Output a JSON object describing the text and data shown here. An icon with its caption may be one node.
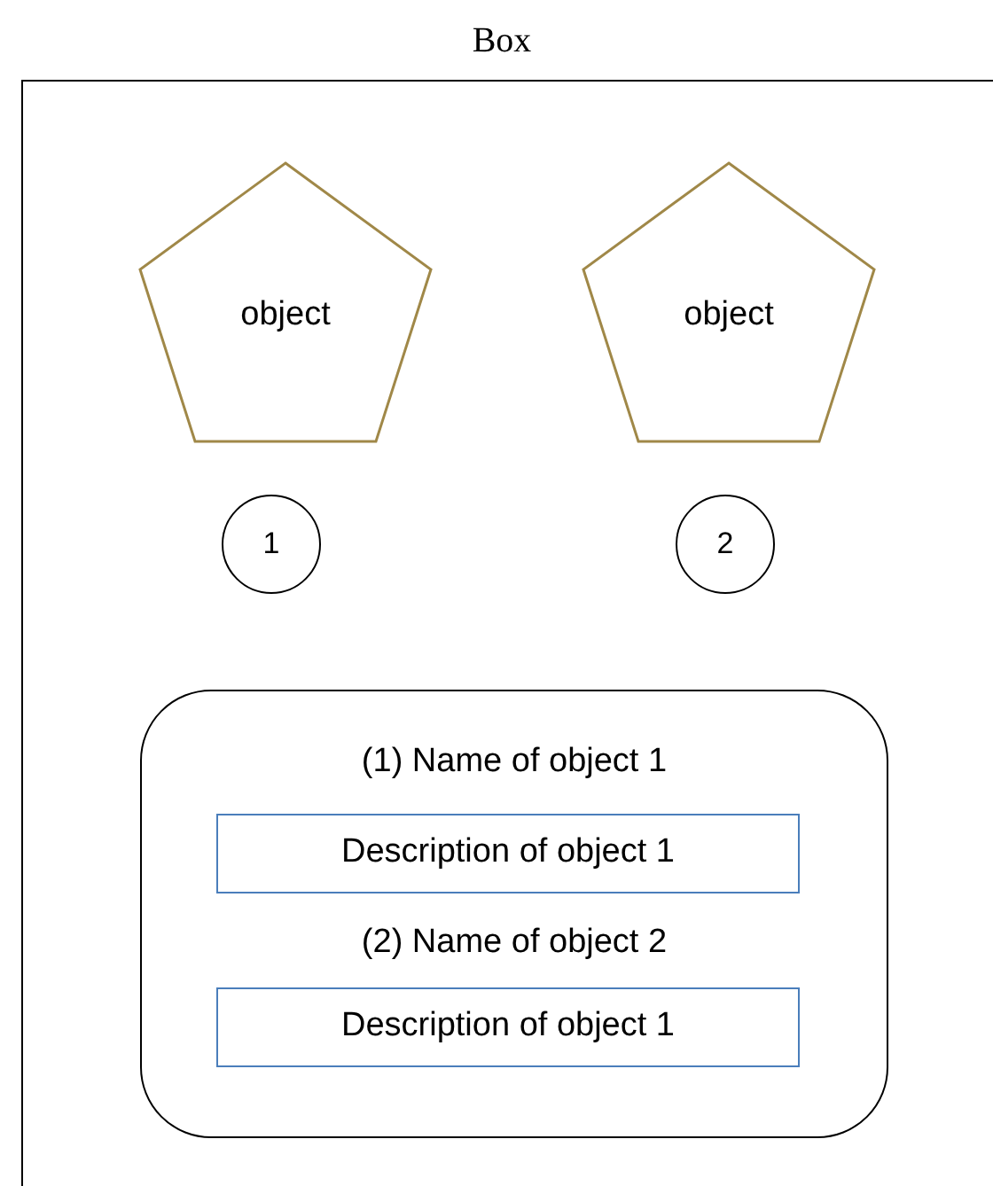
{
  "diagram": {
    "nodes": [
      {
        "text": [
          "Box"
        ]
      },
      {
        "text": [
          "object"
        ],
        "in": 0
      },
      {
        "text": [
          "object"
        ],
        "in": 0
      },
      {
        "text": [
          "1"
        ],
        "in": 0
      },
      {
        "text": [
          "2"
        ],
        "in": 0
      },
      {
        "text": [
          "(1) Name of object 1",
          "(2) Name of object 2"
        ],
        "in": 0
      },
      {
        "text": [
          "Description of object 1"
        ],
        "in": 5
      },
      {
        "text": [
          "Description of object 1"
        ],
        "in": 5
      }
    ]
  }
}
